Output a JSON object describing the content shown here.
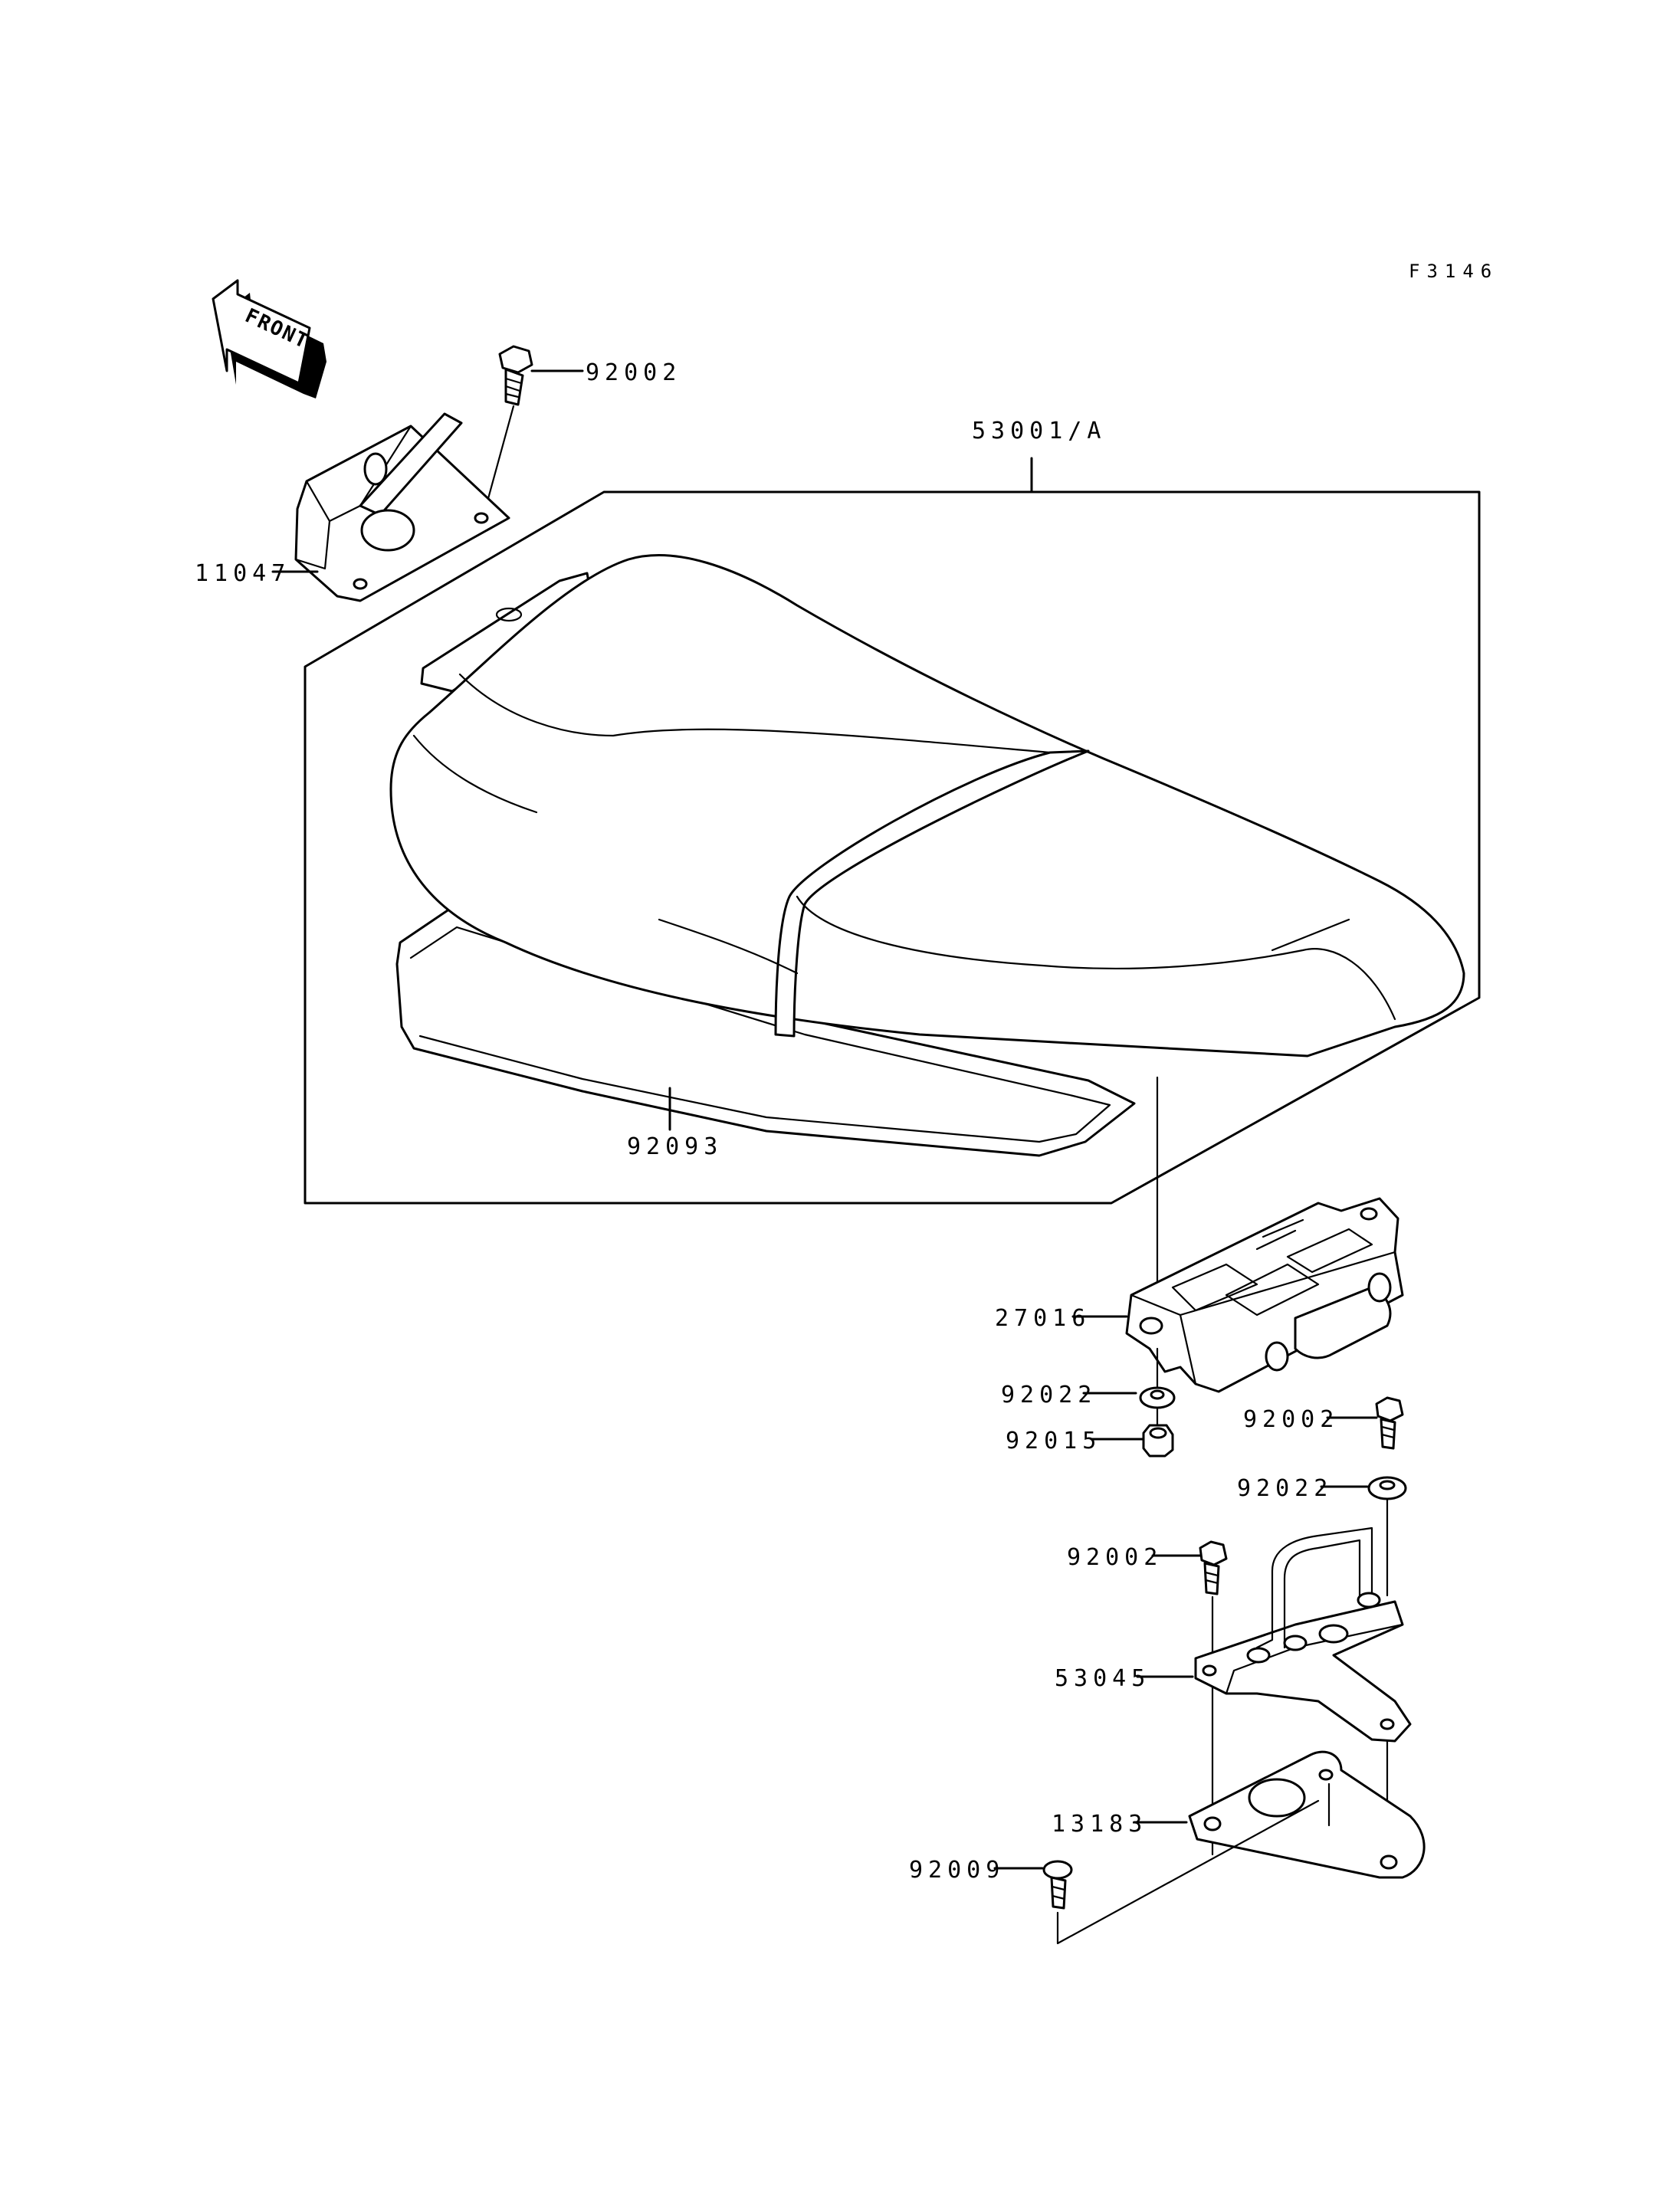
{
  "figure_code": "F3146",
  "front_label": "FRONT",
  "parts": [
    {
      "key": "bolt_top",
      "number": "92002"
    },
    {
      "key": "seat_assy",
      "number": "53001/A"
    },
    {
      "key": "bracket",
      "number": "11047"
    },
    {
      "key": "seat_base",
      "number": "92093"
    },
    {
      "key": "latch",
      "number": "27016"
    },
    {
      "key": "washer_1",
      "number": "92022"
    },
    {
      "key": "nut",
      "number": "92015"
    },
    {
      "key": "bolt_right",
      "number": "92002"
    },
    {
      "key": "washer_2",
      "number": "92022"
    },
    {
      "key": "bolt_mid",
      "number": "92002"
    },
    {
      "key": "hook",
      "number": "53045"
    },
    {
      "key": "plate",
      "number": "13183"
    },
    {
      "key": "screw",
      "number": "92009"
    }
  ]
}
